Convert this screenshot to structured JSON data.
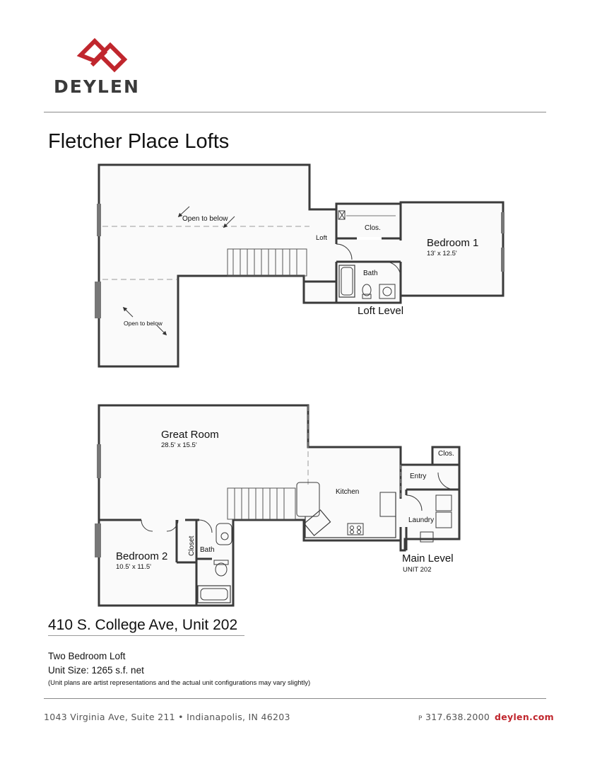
{
  "brand": {
    "name": "DEYLEN",
    "logo_color": "#c0262d"
  },
  "title": "Fletcher Place Lofts",
  "loft_level": {
    "label": "Loft Level",
    "rooms": {
      "open1": "Open to below",
      "open2": "Open to below",
      "loft": "Loft",
      "closet": "Clos.",
      "bath": "Bath",
      "bedroom_name": "Bedroom 1",
      "bedroom_size": "13' x 12.5'"
    }
  },
  "main_level": {
    "label": "Main Level",
    "unit": "UNIT 202",
    "rooms": {
      "great_room_name": "Great Room",
      "great_room_size": "28.5' x 15.5'",
      "kitchen": "Kitchen",
      "entry": "Entry",
      "closet": "Clos.",
      "laundry": "Laundry",
      "bedroom_name": "Bedroom 2",
      "bedroom_size": "10.5' x 11.5'",
      "bedroom_closet": "Closet",
      "bath": "Bath"
    }
  },
  "address": "410 S. College Ave, Unit 202",
  "unit_type": "Two Bedroom Loft",
  "unit_size": "Unit Size:  1265 s.f. net",
  "disclaimer": "(Unit plans are artist representations and the actual unit configurations may vary slightly)",
  "footer": {
    "address": "1043 Virginia Ave, Suite 211 • Indianapolis, IN 46203",
    "phone_prefix": "P",
    "phone": "317.638.2000",
    "website": "deylen.com"
  }
}
